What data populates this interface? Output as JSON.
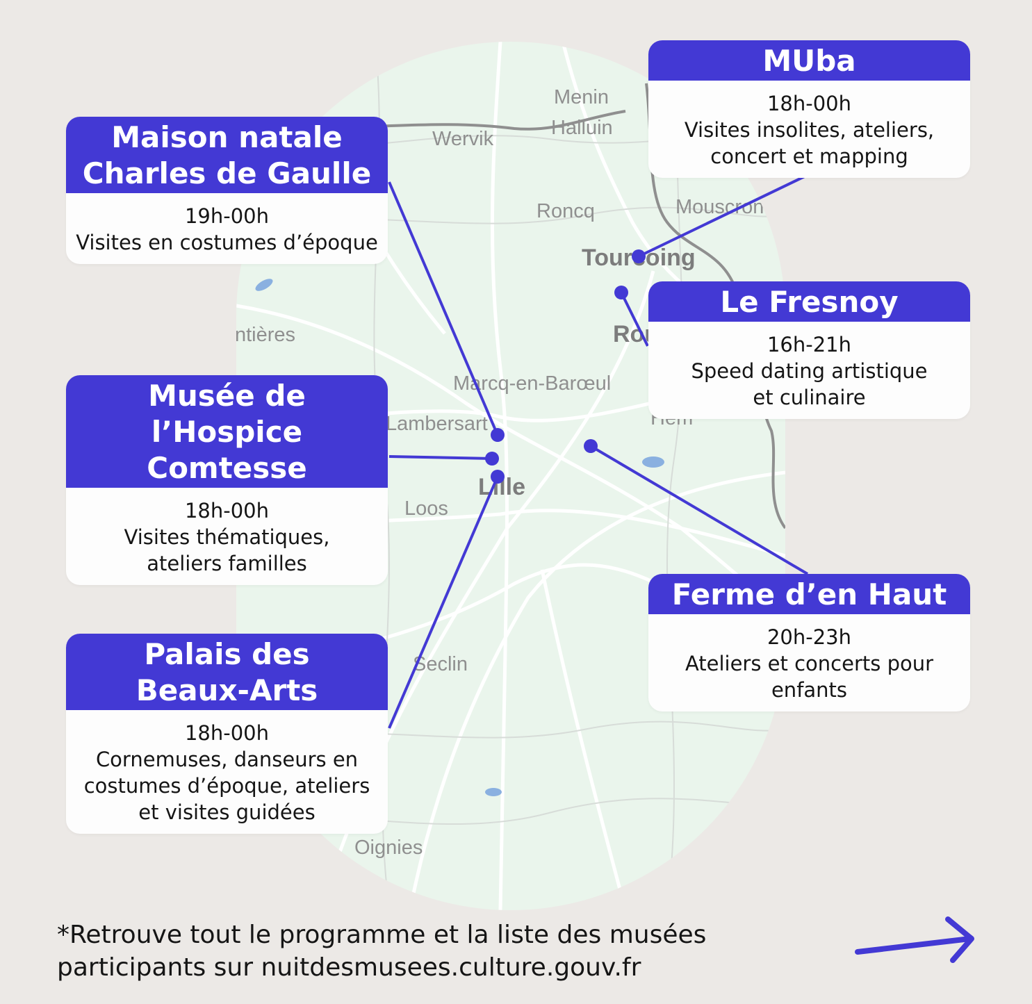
{
  "colors": {
    "accent": "#4339d4",
    "background": "#ece9e6",
    "map": "#eaf5ec"
  },
  "map": {
    "places": [
      "Menin",
      "Halluin",
      "Wervik",
      "Roncq",
      "Mouscron",
      "Tourcoing",
      "Roubaix",
      "ntières",
      "Marcq-en-Barœul",
      "Lambersart",
      "Hem",
      "Lille",
      "Loos",
      "Seclin",
      "Oignies"
    ]
  },
  "venues": [
    {
      "name": [
        "Maison natale",
        "Charles de Gaulle"
      ],
      "hours": "19h-00h",
      "lines": [
        "Visites en costumes d’époque"
      ]
    },
    {
      "name": [
        "Musée de l’Hospice",
        "Comtesse"
      ],
      "hours": "18h-00h",
      "lines": [
        "Visites thématiques,",
        "ateliers familles"
      ]
    },
    {
      "name": [
        "Palais des",
        "Beaux-Arts"
      ],
      "hours": "18h-00h",
      "lines": [
        "Cornemuses, danseurs en",
        "costumes d’époque, ateliers",
        "et visites guidées"
      ]
    },
    {
      "name": [
        "MUba"
      ],
      "hours": "18h-00h",
      "lines": [
        "Visites insolites, ateliers,",
        "concert et mapping"
      ]
    },
    {
      "name": [
        "Le Fresnoy"
      ],
      "hours": "16h-21h",
      "lines": [
        "Speed dating artistique",
        "et culinaire"
      ]
    },
    {
      "name": [
        "Ferme d’en Haut"
      ],
      "hours": "20h-23h",
      "lines": [
        "Ateliers et concerts pour",
        "enfants"
      ]
    }
  ],
  "footer": {
    "line1": "*Retrouve tout le programme et la liste des musées",
    "line2": "participants sur nuitdesmusees.culture.gouv.fr"
  },
  "icons": {
    "next": "arrow-right-icon"
  }
}
